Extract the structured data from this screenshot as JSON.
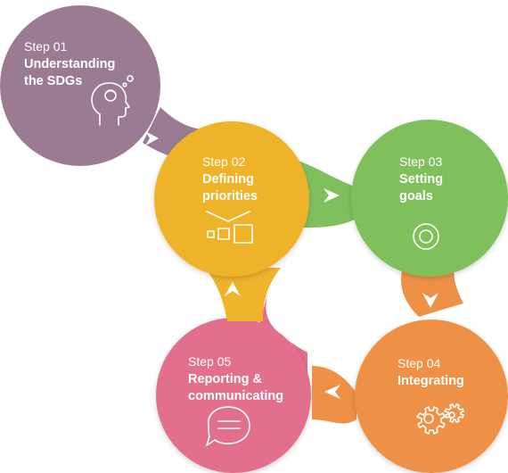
{
  "colors": {
    "purple": "#9a7b93",
    "yellow": "#efb32c",
    "green": "#7fbf5c",
    "orange": "#ee9146",
    "pink": "#e26f8c",
    "text": "#ffffff"
  },
  "steps": [
    {
      "number": "Step 01",
      "title_line1": "Understanding",
      "title_line2": "the SDGs",
      "icon": "head-brain-icon",
      "color": "#9a7b93"
    },
    {
      "number": "Step 02",
      "title_line1": "Defining",
      "title_line2": "priorities",
      "icon": "priority-boxes-icon",
      "color": "#efb32c"
    },
    {
      "number": "Step 03",
      "title_line1": "Setting",
      "title_line2": "goals",
      "icon": "target-icon",
      "color": "#7fbf5c"
    },
    {
      "number": "Step 04",
      "title_line1": "Integrating",
      "title_line2": "",
      "icon": "gears-icon",
      "color": "#ee9146"
    },
    {
      "number": "Step 05",
      "title_line1": "Reporting &",
      "title_line2": "communicating",
      "icon": "speech-bubble-icon",
      "color": "#e26f8c"
    }
  ],
  "arrows": [
    "chevron-right-icon",
    "chevron-right-icon",
    "chevron-down-icon",
    "chevron-left-icon",
    "chevron-up-icon"
  ]
}
